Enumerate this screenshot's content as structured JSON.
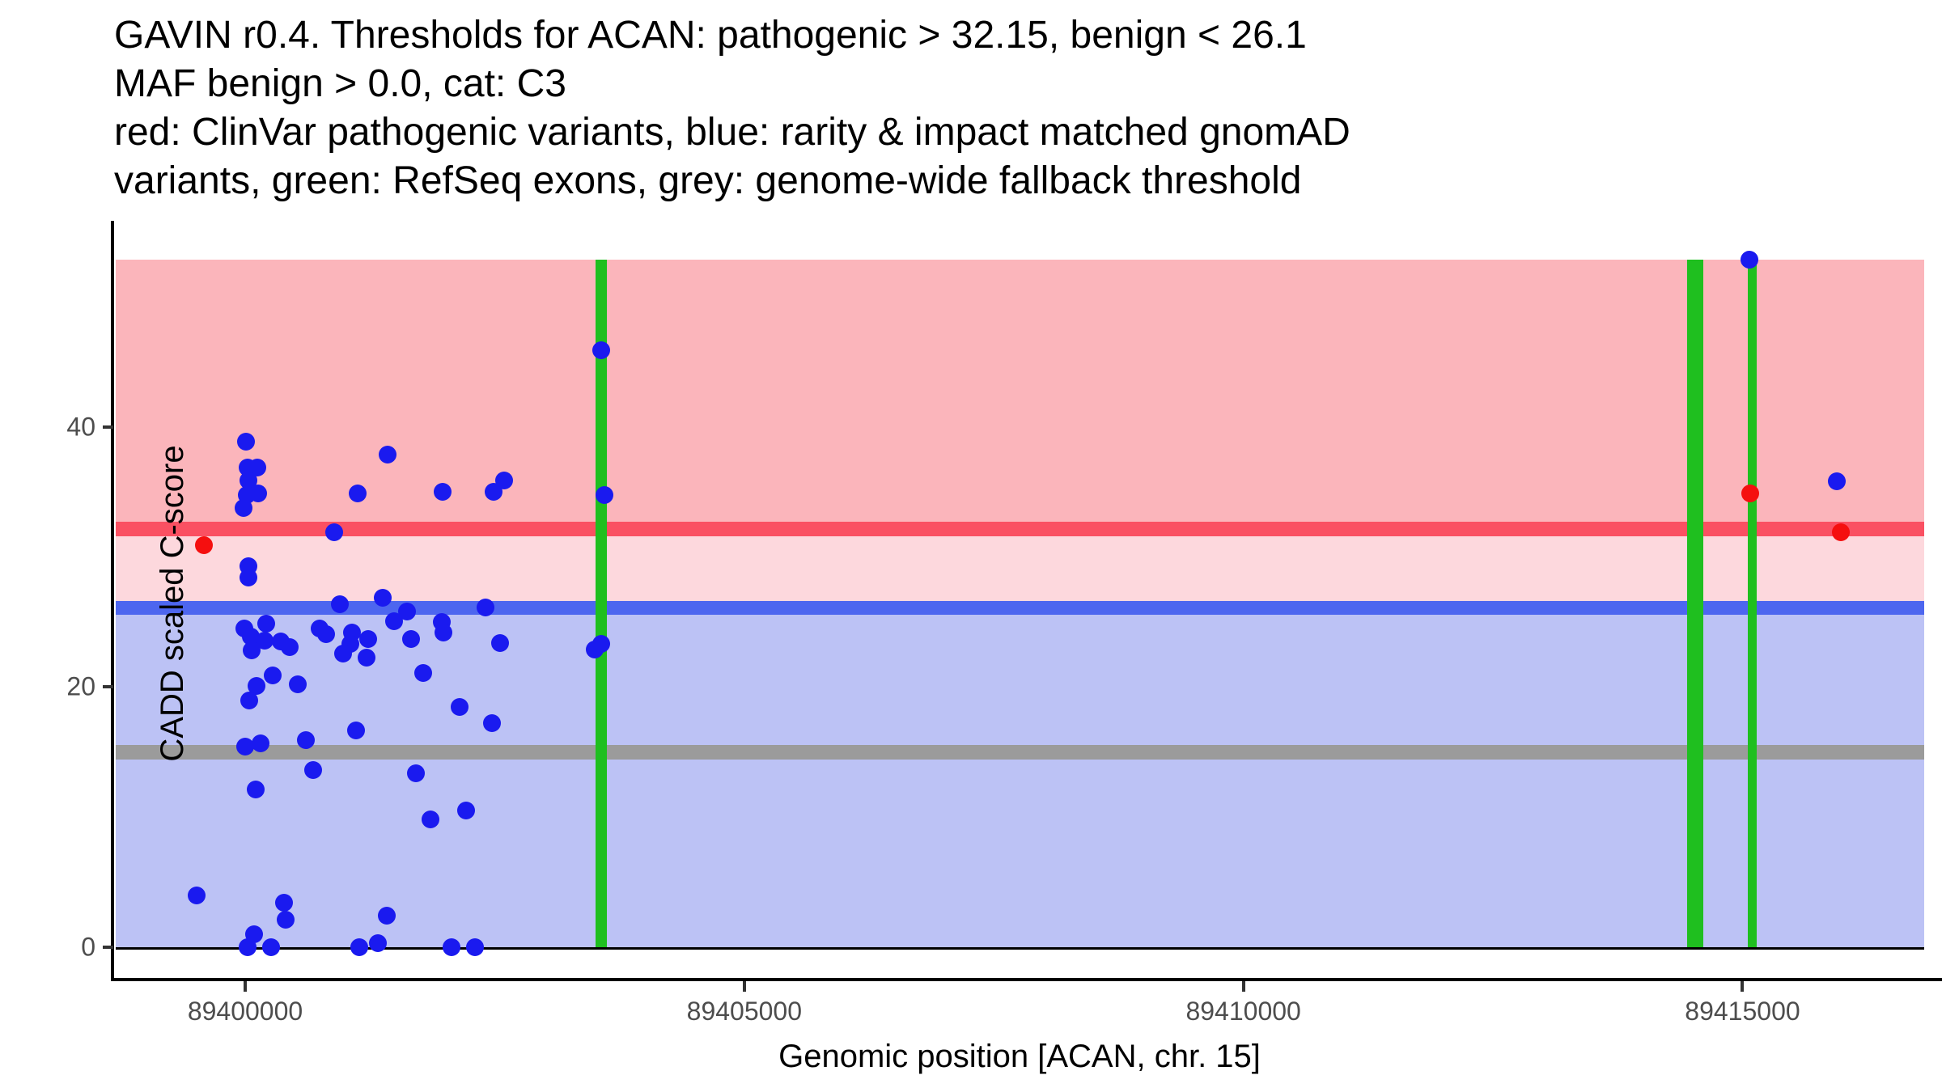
{
  "title_lines": [
    "GAVIN r0.4. Thresholds for ACAN: pathogenic > 32.15, benign < 26.1",
    "MAF benign > 0.0, cat: C3",
    "red: ClinVar pathogenic variants, blue: rarity & impact matched gnomAD",
    "variants, green: RefSeq exons, grey: genome-wide fallback threshold"
  ],
  "chart_data": {
    "type": "scatter",
    "title": "GAVIN r0.4. Thresholds for ACAN: pathogenic > 32.15, benign < 26.1 MAF benign > 0.0, cat: C3",
    "xlabel": "Genomic position [ACAN, chr. 15]",
    "ylabel": "CADD scaled C-score",
    "x_domain": [
      89398703,
      89416820
    ],
    "y_domain": [
      0,
      52.9
    ],
    "grid": false,
    "legend_position": "none",
    "x_ticks": [
      {
        "value": 89400000,
        "label": "89400000"
      },
      {
        "value": 89405000,
        "label": "89405000"
      },
      {
        "value": 89410000,
        "label": "89410000"
      },
      {
        "value": 89415000,
        "label": "89415000"
      }
    ],
    "y_ticks": [
      {
        "value": 0,
        "label": "0"
      },
      {
        "value": 20,
        "label": "20"
      },
      {
        "value": 40,
        "label": "40"
      }
    ],
    "thresholds": {
      "pathogenic_gt": 32.15,
      "benign_lt": 26.1,
      "maf_benign_gt": 0.0,
      "category": "C3",
      "genome_wide_fallback": 15
    },
    "bands": [
      {
        "name": "pathogenic-region",
        "from": 32.15,
        "to": 52.9,
        "color": "#FBB5BB"
      },
      {
        "name": "intermediate-region",
        "from": 26.1,
        "to": 32.15,
        "color": "#FDD8DD"
      },
      {
        "name": "benign-region",
        "from": 0,
        "to": 26.1,
        "color": "#BCC2F5"
      }
    ],
    "hlines": [
      {
        "name": "pathogenic-threshold-line",
        "y": 32.15,
        "color": "#FA5062",
        "role": "pathogenic"
      },
      {
        "name": "benign-threshold-line",
        "y": 26.1,
        "color": "#4D66EF",
        "role": "benign"
      },
      {
        "name": "fallback-threshold-line",
        "y": 15,
        "color": "#9B9B9B",
        "role": "fallback"
      },
      {
        "name": "zero-baseline",
        "y": 0,
        "color": "#000000",
        "role": "zero"
      }
    ],
    "exons": {
      "name": "RefSeq exons",
      "color": "#1FBF1F",
      "regions": [
        {
          "x_start": 89403509,
          "x_end": 89403622
        },
        {
          "x_start": 89414442,
          "x_end": 89414604
        },
        {
          "x_start": 89415052,
          "x_end": 89415141
        }
      ]
    },
    "series": [
      {
        "name": "rarity & impact matched gnomAD variants",
        "color": "#1A1AEF",
        "points": [
          [
            89415073,
            52.9
          ],
          [
            89403566,
            45.9
          ],
          [
            89400008,
            38.9
          ],
          [
            89401426,
            37.9
          ],
          [
            89400024,
            36.9
          ],
          [
            89400122,
            36.9
          ],
          [
            89400032,
            35.9
          ],
          [
            89402593,
            35.9
          ],
          [
            89415948,
            35.8
          ],
          [
            89400016,
            34.8
          ],
          [
            89400130,
            34.9
          ],
          [
            89401127,
            34.9
          ],
          [
            89401978,
            35.0
          ],
          [
            89402488,
            35.0
          ],
          [
            89403598,
            34.8
          ],
          [
            89399984,
            33.8
          ],
          [
            89400892,
            31.9
          ],
          [
            89400032,
            29.3
          ],
          [
            89400032,
            28.4
          ],
          [
            89401378,
            26.9
          ],
          [
            89400948,
            26.4
          ],
          [
            89402407,
            26.1
          ],
          [
            89401621,
            25.8
          ],
          [
            89401491,
            25.1
          ],
          [
            89401969,
            25.0
          ],
          [
            89399992,
            24.5
          ],
          [
            89400211,
            24.9
          ],
          [
            89400746,
            24.5
          ],
          [
            89400810,
            24.1
          ],
          [
            89401070,
            24.2
          ],
          [
            89400057,
            23.9
          ],
          [
            89400195,
            23.6
          ],
          [
            89400357,
            23.5
          ],
          [
            89400446,
            23.1
          ],
          [
            89401054,
            23.3
          ],
          [
            89400981,
            22.6
          ],
          [
            89401232,
            23.7
          ],
          [
            89401216,
            22.3
          ],
          [
            89401661,
            23.7
          ],
          [
            89401986,
            24.2
          ],
          [
            89402553,
            23.4
          ],
          [
            89400065,
            22.8
          ],
          [
            89403501,
            22.9
          ],
          [
            89403566,
            23.3
          ],
          [
            89401783,
            21.1
          ],
          [
            89400276,
            20.9
          ],
          [
            89400113,
            20.1
          ],
          [
            89400527,
            20.2
          ],
          [
            89400041,
            19.0
          ],
          [
            89402147,
            18.5
          ],
          [
            89401110,
            16.7
          ],
          [
            89402472,
            17.2
          ],
          [
            89400000,
            15.4
          ],
          [
            89400154,
            15.7
          ],
          [
            89400608,
            15.9
          ],
          [
            89400681,
            13.6
          ],
          [
            89400105,
            12.1
          ],
          [
            89401710,
            13.4
          ],
          [
            89401856,
            9.8
          ],
          [
            89402213,
            10.5
          ],
          [
            89399514,
            4.0
          ],
          [
            89400389,
            3.4
          ],
          [
            89400405,
            2.1
          ],
          [
            89401418,
            2.4
          ],
          [
            89400089,
            1.0
          ],
          [
            89400024,
            0.0
          ],
          [
            89400259,
            0.0
          ],
          [
            89401143,
            0.0
          ],
          [
            89401329,
            0.3
          ],
          [
            89402067,
            0.0
          ],
          [
            89402302,
            0.0
          ]
        ]
      },
      {
        "name": "ClinVar pathogenic variants",
        "color": "#F50F0F",
        "points": [
          [
            89399587,
            30.9
          ],
          [
            89415081,
            34.9
          ],
          [
            89415989,
            31.9
          ]
        ]
      }
    ]
  }
}
